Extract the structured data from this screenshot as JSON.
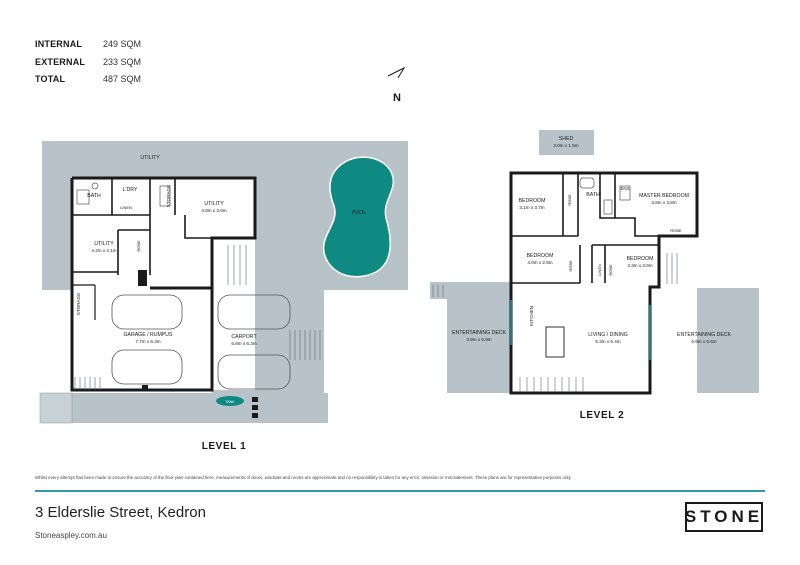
{
  "areas": [
    {
      "label": "INTERNAL",
      "value": "249 SQM"
    },
    {
      "label": "EXTERNAL",
      "value": "233 SQM"
    },
    {
      "label": "TOTAL",
      "value": "487 SQM"
    }
  ],
  "north": "N",
  "level1": {
    "label": "LEVEL 1",
    "rooms": {
      "utility_top": "UTILITY",
      "bath": "BATH",
      "ldry": "L'DRY",
      "linen": "LINEN",
      "storage_a": "STORAGE",
      "utility_b_name": "UTILITY",
      "utility_b_dims": "4.8m x 3.6m",
      "utility_c_name": "UTILITY",
      "utility_c_dims": "4.2m x 4.1m",
      "robe": "ROBE",
      "storage_b": "STORAGE",
      "garage_name": "GARAGE / RUMPUS",
      "garage_dims": "7.7m x 6.3m",
      "carport_name": "CARPORT",
      "carport_dims": "6.8m x 6.3m",
      "pool": "POOL",
      "tank": "TANK"
    }
  },
  "level2": {
    "label": "LEVEL 2",
    "rooms": {
      "shed_name": "SHED",
      "shed_dims": "3.0m x 1.5m",
      "bed1_name": "BEDROOM",
      "bed1_dims": "3.1m x 3.7m",
      "robe1": "ROBE",
      "bath": "BATH",
      "ens": "ENS",
      "master_name": "MASTER BEDROOM",
      "master_dims": "3.8m x 3.8m",
      "robe2": "ROBE",
      "bed2_name": "BEDROOM",
      "bed2_dims": "4.0m x 2.8m",
      "robe3": "ROBE",
      "linen": "LINEN",
      "robe4": "ROBE",
      "bed3_name": "BEDROOM",
      "bed3_dims": "3.3m x 3.0m",
      "kitchen": "KITCHEN",
      "deck_left_name": "ENTERTAINING DECK",
      "deck_left_dims": "3.9m x 6.9m",
      "living_name": "LIVING / DINING",
      "living_dims": "5.3m x 6.4m",
      "deck_right_name": "ENTERTAINING DECK",
      "deck_right_dims": "6.9m x 6.6m"
    }
  },
  "disclaimer": "Whilst every attempt has been made to ensure the accuracy of the floor plan contained here, measurements of doors, windows and rooms are approximate and no responsibility is taken for any error, omission or mis-statement. These plans are for representation purposes only.",
  "address": "3 Elderslie Street, Kedron",
  "website": "Stoneaspley.com.au",
  "logo": "STONE",
  "colors": {
    "accent": "#2a9aa8",
    "pool": "#0f8a83",
    "outdoor": "#b7c3c8",
    "wall": "#1a1a1a"
  }
}
